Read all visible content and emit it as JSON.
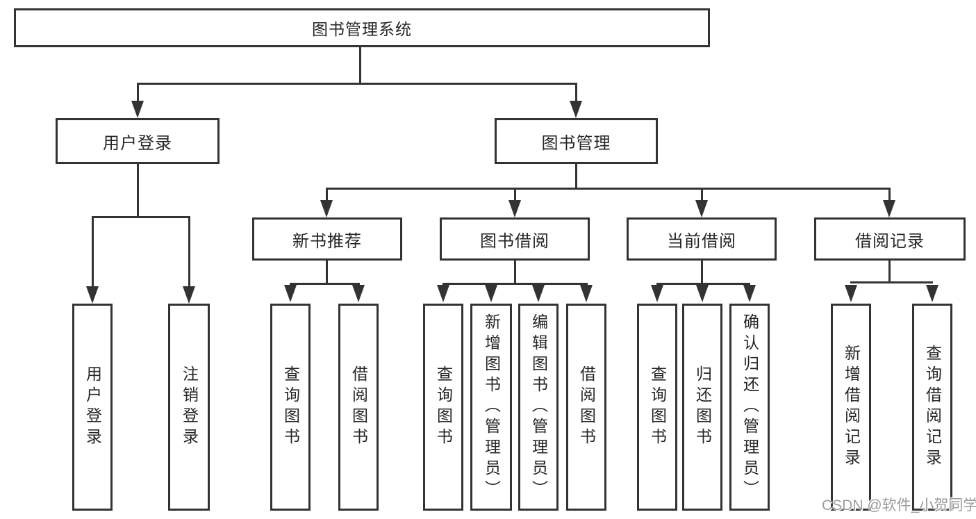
{
  "diagram": {
    "title": "图书管理系统",
    "branches": [
      {
        "label": "用户登录",
        "children": [
          "用户登录",
          "注销登录"
        ]
      },
      {
        "label": "图书管理",
        "sections": [
          {
            "label": "新书推荐",
            "children": [
              "查询图书",
              "借阅图书"
            ]
          },
          {
            "label": "图书借阅",
            "children": [
              "查询图书",
              "新增图书（管理员）",
              "编辑图书（管理员）",
              "借阅图书"
            ]
          },
          {
            "label": "当前借阅",
            "children": [
              "查询图书",
              "归还图书",
              "确认归还（管理员）"
            ]
          },
          {
            "label": "借阅记录",
            "children": [
              "新增借阅记录",
              "查询借阅记录"
            ]
          }
        ]
      }
    ]
  },
  "watermark": "CSDN @软件_小贺同学",
  "colors": {
    "line": "#333333",
    "text": "#262626",
    "box_background": "#ffffff",
    "watermark": "#9c9c9c"
  }
}
